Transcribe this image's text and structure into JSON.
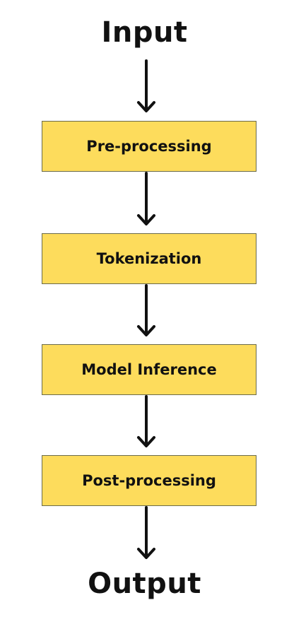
{
  "input_label": "Input",
  "output_label": "Output",
  "steps": [
    {
      "label": "Pre-processing"
    },
    {
      "label": "Tokenization"
    },
    {
      "label": "Model Inference"
    },
    {
      "label": "Post-processing"
    }
  ],
  "colors": {
    "box_fill": "#fddc5c",
    "box_border": "#6b6b4a",
    "arrow": "#111111",
    "text": "#111111"
  }
}
